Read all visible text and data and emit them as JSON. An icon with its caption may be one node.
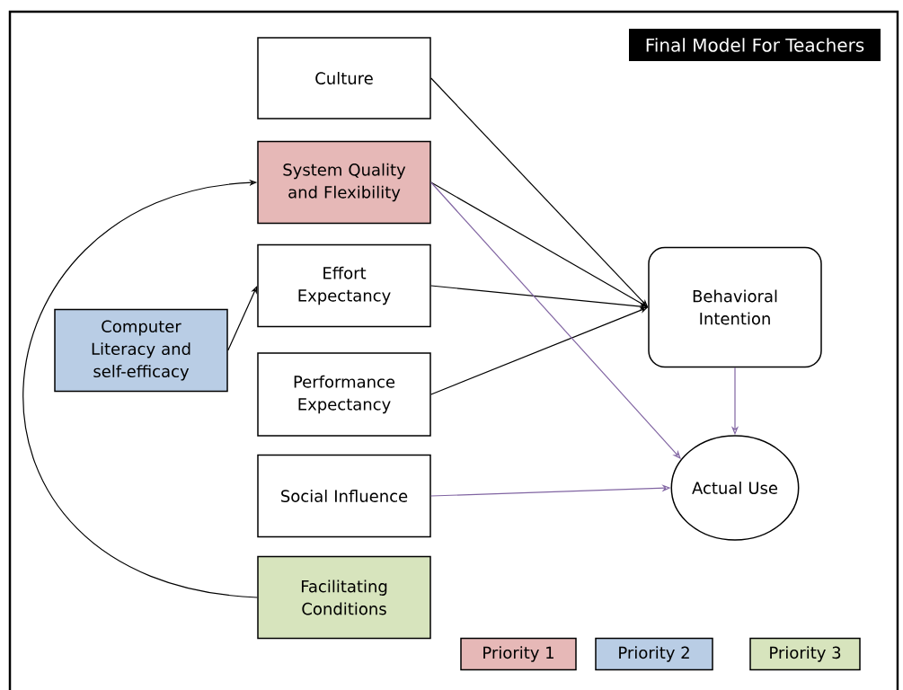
{
  "diagram": {
    "title": "Final Model For Teachers",
    "nodes": [
      {
        "text": [
          "Culture"
        ]
      },
      {
        "text": [
          "System Quality and Flexibility"
        ]
      },
      {
        "text": [
          "Effort Expectancy"
        ]
      },
      {
        "text": [
          "Computer Literacy and self-efficacy"
        ]
      },
      {
        "text": [
          "Performance Expectancy"
        ]
      },
      {
        "text": [
          "Social Influence"
        ]
      },
      {
        "text": [
          "Facilitating Conditions"
        ]
      },
      {
        "text": [
          "Behavioral Intention"
        ]
      },
      {
        "text": [
          "Actual Use"
        ]
      }
    ],
    "edges": [
      {
        "from": 0,
        "to": 7,
        "arrow": "to"
      },
      {
        "from": 1,
        "to": 7,
        "arrow": "to"
      },
      {
        "from": 2,
        "to": 7,
        "arrow": "to"
      },
      {
        "from": 4,
        "to": 7,
        "arrow": "to"
      },
      {
        "from": 1,
        "to": 8,
        "arrow": "to",
        "color": "#8064a2"
      },
      {
        "from": 5,
        "to": 8,
        "arrow": "to",
        "color": "#8064a2"
      },
      {
        "from": 7,
        "to": 8,
        "arrow": "to",
        "color": "#8064a2"
      },
      {
        "from": 3,
        "to": 2,
        "arrow": "to"
      },
      {
        "from": 6,
        "to": 1,
        "arrow": "to"
      }
    ],
    "legend": [
      {
        "text": "Priority 1",
        "color": "#e6b8b7"
      },
      {
        "text": "Priority 2",
        "color": "#b9cde5"
      },
      {
        "text": "Priority 3",
        "color": "#d7e4bd"
      }
    ]
  }
}
